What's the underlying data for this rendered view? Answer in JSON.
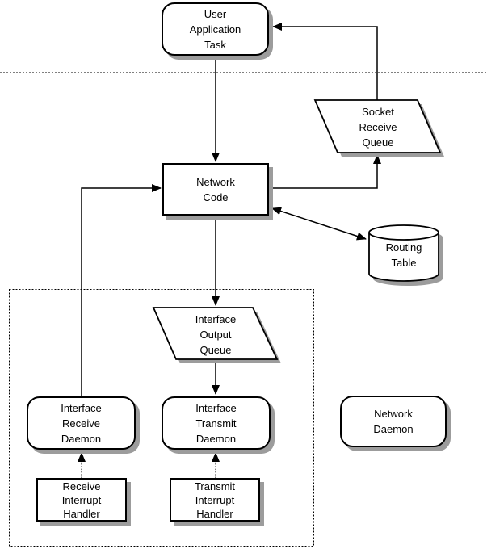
{
  "diagram": {
    "nodes": {
      "user_application_task": {
        "label": "User\nApplication\nTask"
      },
      "socket_receive_queue": {
        "label": "Socket\nReceive\nQueue"
      },
      "network_code": {
        "label": "Network\nCode"
      },
      "routing_table": {
        "label": "Routing\nTable"
      },
      "interface_output_queue": {
        "label": "Interface\nOutput\nQueue"
      },
      "interface_receive_daemon": {
        "label": "Interface\nReceive\nDaemon"
      },
      "interface_transmit_daemon": {
        "label": "Interface\nTransmit\nDaemon"
      },
      "network_daemon": {
        "label": "Network\nDaemon"
      },
      "receive_interrupt_handler": {
        "label": "Receive\nInterrupt\nHandler"
      },
      "transmit_interrupt_handler": {
        "label": "Transmit\nInterrupt\nHandler"
      }
    },
    "edges": [
      {
        "from": "socket_receive_queue",
        "to": "user_application_task",
        "style": "solid",
        "bidirectional": false
      },
      {
        "from": "user_application_task",
        "to": "network_code",
        "style": "solid",
        "bidirectional": false
      },
      {
        "from": "network_code",
        "to": "socket_receive_queue",
        "style": "solid",
        "bidirectional": false
      },
      {
        "from": "interface_receive_daemon",
        "to": "network_code",
        "style": "solid",
        "bidirectional": false
      },
      {
        "from": "network_code",
        "to": "routing_table",
        "style": "solid",
        "bidirectional": true
      },
      {
        "from": "network_code",
        "to": "interface_output_queue",
        "style": "solid",
        "bidirectional": false
      },
      {
        "from": "interface_output_queue",
        "to": "interface_transmit_daemon",
        "style": "solid",
        "bidirectional": false
      },
      {
        "from": "receive_interrupt_handler",
        "to": "interface_receive_daemon",
        "style": "dotted",
        "bidirectional": false
      },
      {
        "from": "transmit_interrupt_handler",
        "to": "interface_transmit_daemon",
        "style": "dotted",
        "bidirectional": false
      }
    ],
    "colors": {
      "line": "#000000",
      "shape_fill": "#ffffff",
      "shadow": "#9c9c9c",
      "background": "#ffffff"
    }
  }
}
